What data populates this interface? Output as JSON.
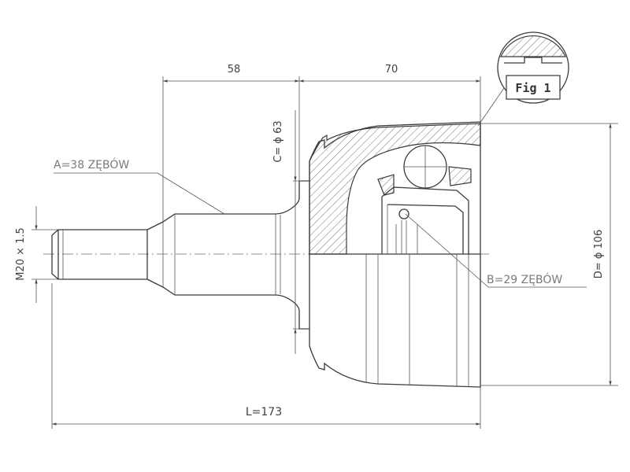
{
  "drawing": {
    "fig_label": "Fig 1",
    "dim_top_left": "58",
    "dim_top_right": "70",
    "dim_length": "L=173",
    "dim_thread": "M20 × 1.5",
    "dim_c": "C= ϕ 63",
    "dim_d": "D= ϕ 106",
    "label_a": "A=38 ZĘBÓW",
    "label_b": "B=29 ZĘBÓW"
  }
}
